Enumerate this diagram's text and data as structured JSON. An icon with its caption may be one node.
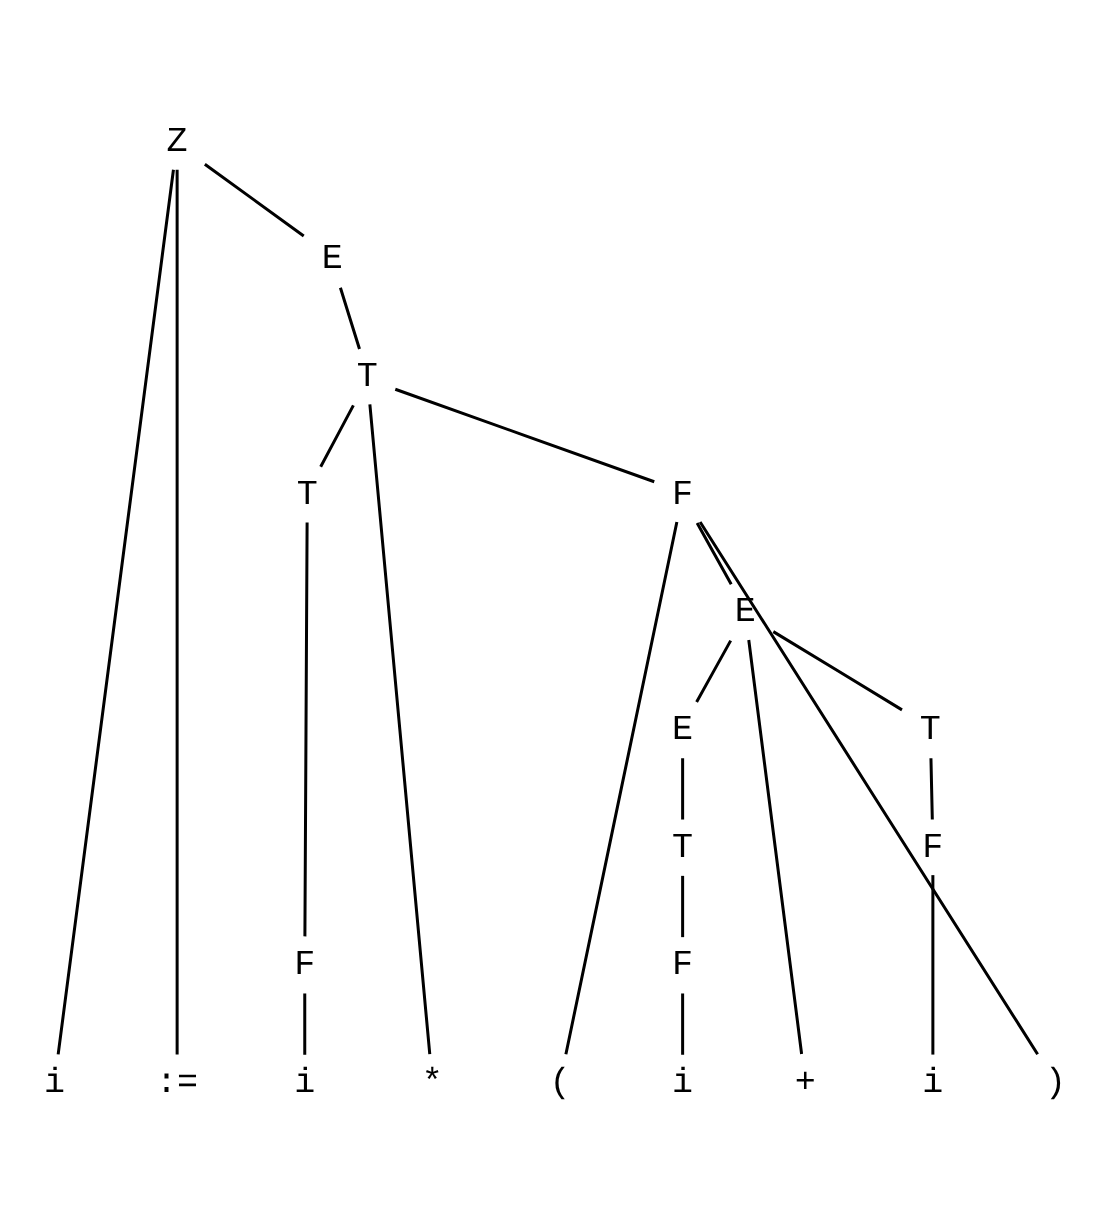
{
  "diagram": {
    "nodes": [
      {
        "text": [
          "Z"
        ]
      },
      {
        "text": [
          "E"
        ]
      },
      {
        "text": [
          "T"
        ]
      },
      {
        "text": [
          "T"
        ]
      },
      {
        "text": [
          "F"
        ]
      },
      {
        "text": [
          "E"
        ]
      },
      {
        "text": [
          "E"
        ]
      },
      {
        "text": [
          "T"
        ]
      },
      {
        "text": [
          "T"
        ]
      },
      {
        "text": [
          "F"
        ]
      },
      {
        "text": [
          "F"
        ]
      },
      {
        "text": [
          "F"
        ]
      },
      {
        "text": [
          "i"
        ]
      },
      {
        "text": [
          ":="
        ]
      },
      {
        "text": [
          "i"
        ]
      },
      {
        "text": [
          "*"
        ]
      },
      {
        "text": [
          "("
        ]
      },
      {
        "text": [
          "i"
        ]
      },
      {
        "text": [
          "+"
        ]
      },
      {
        "text": [
          "i"
        ]
      },
      {
        "text": [
          ")"
        ]
      }
    ],
    "edges": [
      {
        "from": 0,
        "to": 12,
        "arrow": "none"
      },
      {
        "from": 0,
        "to": 13,
        "arrow": "none"
      },
      {
        "from": 0,
        "to": 1,
        "arrow": "none"
      },
      {
        "from": 1,
        "to": 2,
        "arrow": "none"
      },
      {
        "from": 2,
        "to": 3,
        "arrow": "none"
      },
      {
        "from": 2,
        "to": 15,
        "arrow": "none"
      },
      {
        "from": 2,
        "to": 4,
        "arrow": "none"
      },
      {
        "from": 3,
        "to": 9,
        "arrow": "none"
      },
      {
        "from": 9,
        "to": 14,
        "arrow": "none"
      },
      {
        "from": 4,
        "to": 16,
        "arrow": "none"
      },
      {
        "from": 4,
        "to": 5,
        "arrow": "none"
      },
      {
        "from": 4,
        "to": 20,
        "arrow": "none"
      },
      {
        "from": 5,
        "to": 6,
        "arrow": "none"
      },
      {
        "from": 5,
        "to": 18,
        "arrow": "none"
      },
      {
        "from": 5,
        "to": 7,
        "arrow": "none"
      },
      {
        "from": 6,
        "to": 8,
        "arrow": "none"
      },
      {
        "from": 8,
        "to": 10,
        "arrow": "none"
      },
      {
        "from": 10,
        "to": 17,
        "arrow": "none"
      },
      {
        "from": 7,
        "to": 11,
        "arrow": "none"
      },
      {
        "from": 11,
        "to": 19,
        "arrow": "none"
      }
    ]
  }
}
